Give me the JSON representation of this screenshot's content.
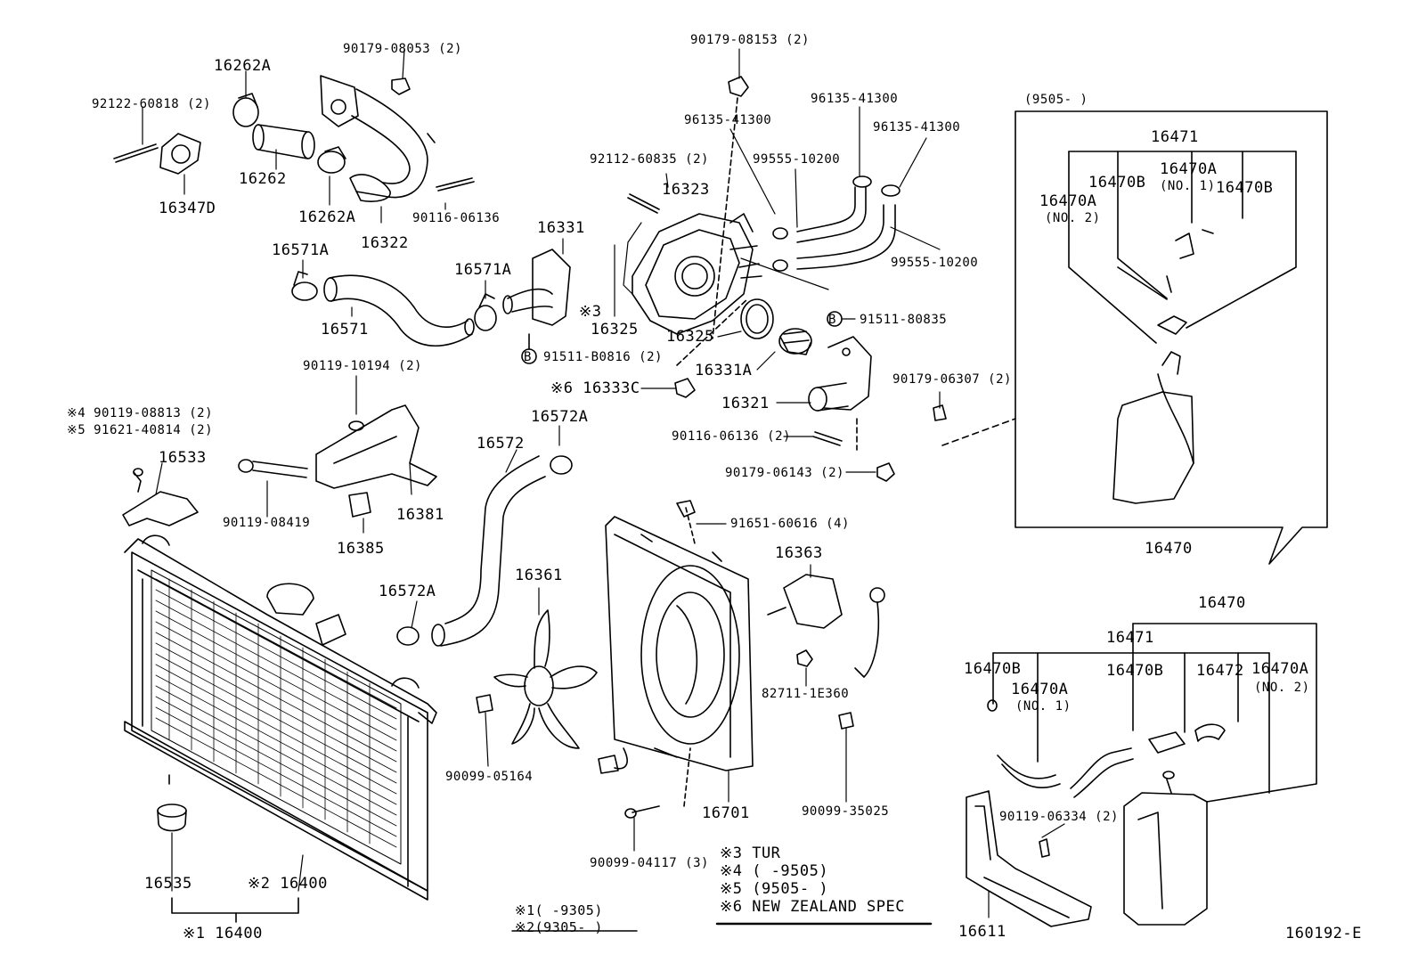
{
  "labels": {
    "p90179_08053": "90179-08053 (2)",
    "p16262A_a": "16262A",
    "p92122_60818": "92122-60818 (2)",
    "p16262": "16262",
    "p16347D": "16347D",
    "p16262A_b": "16262A",
    "p16322": "16322",
    "p90116_06136_a": "90116-06136",
    "p90179_08153": "90179-08153 (2)",
    "p96135_41300_a": "96135-41300",
    "p96135_41300_b": "96135-41300",
    "p96135_41300_c": "96135-41300",
    "p92112_60835": "92112-60835 (2)",
    "p99555_10200_a": "99555-10200",
    "p16323": "16323",
    "p99555_10200_b": "99555-10200",
    "p16331": "16331",
    "p16571A_a": "16571A",
    "p16571A_b": "16571A",
    "p16571": "16571",
    "note3_16325": "※3",
    "p16325_a": "16325",
    "p16325_b": "16325",
    "p91511_80835": "91511-80835",
    "p91511_B0816": "91511-B0816 (2)",
    "p16331A": "16331A",
    "p90119_10194": "90119-10194 (2)",
    "p16333C": "※6 16333C",
    "p16321": "16321",
    "p90179_06307": "90179-06307 (2)",
    "p90119_08813": "※4 90119-08813 (2)",
    "p91621_40814": "※5 91621-40814 (2)",
    "p16572A_a": "16572A",
    "p16572": "16572",
    "p16533": "16533",
    "p90116_06136_b": "90116-06136 (2)",
    "p90179_06143": "90179-06143 (2)",
    "p16381": "16381",
    "p90119_08419": "90119-08419",
    "p16385": "16385",
    "p91651_60616": "91651-60616 (4)",
    "p16363": "16363",
    "p16361": "16361",
    "p16572A_b": "16572A",
    "p82711_1E360": "82711-1E360",
    "p90099_05164": "90099-05164",
    "p16701": "16701",
    "p90099_35025": "90099-35025",
    "p90099_04117": "90099-04117 (3)",
    "p16535": "16535",
    "p16400_2": "※2 16400",
    "p16400_1": "※1 16400",
    "inset_date": "(9505-      )",
    "i_16471": "16471",
    "i_16470A_no1": "16470A",
    "i_no1": "(NO. 1)",
    "i_16470B_a": "16470B",
    "i_16470B_b": "16470B",
    "i_16470A_no2": "16470A",
    "i_no2": "(NO. 2)",
    "i_16470": "16470",
    "r_16470": "16470",
    "r_16471": "16471",
    "r_16470B_a": "16470B",
    "r_16470A_no1": "16470A",
    "r_no1": "(NO. 1)",
    "r_16470B_b": "16470B",
    "r_16472": "16472",
    "r_16470A_no2": "16470A",
    "r_no2": "(NO. 2)",
    "r_90119_06334": "90119-06334 (2)",
    "r_16611": "16611",
    "diagram_id": "160192-E"
  },
  "notes_left": [
    "※1(      -9305)",
    "※2(9305-      )"
  ],
  "notes_right": [
    "※3 TUR",
    "※4 (      -9505)",
    "※5 (9505-      )",
    "※6 NEW ZEALAND SPEC"
  ],
  "callout_markers": {
    "circle_b": "B"
  }
}
